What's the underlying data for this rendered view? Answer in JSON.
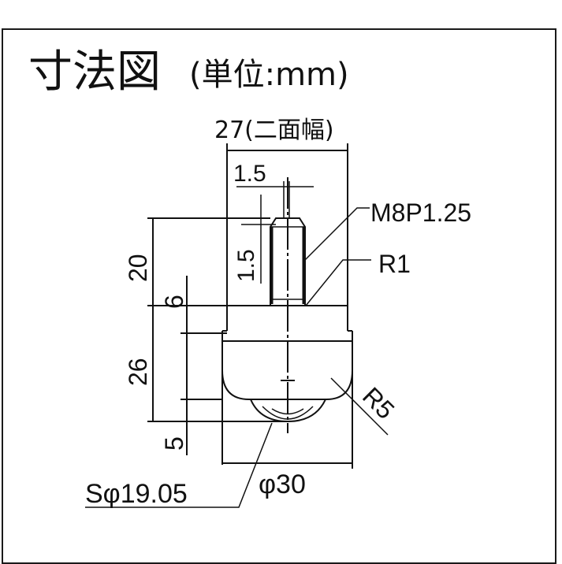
{
  "title": {
    "main": "寸法図",
    "unit": "(単位:mm)"
  },
  "drawing": {
    "subject": "ball transfer unit with threaded stud",
    "dimensions": {
      "width_across_flats": "27(二面幅)",
      "chamfer_horizontal": "1.5",
      "chamfer_vertical": "1.5",
      "thread": "M8P1.25",
      "fillet_radius": "R1",
      "stud_length": "20",
      "flange_height": "6",
      "body_height": "26",
      "ball_protrusion": "5",
      "corner_radius": "R5",
      "ball_diameter": "Sφ19.05",
      "body_diameter": "φ30"
    }
  },
  "colors": {
    "line": "#111111",
    "background": "#ffffff"
  }
}
